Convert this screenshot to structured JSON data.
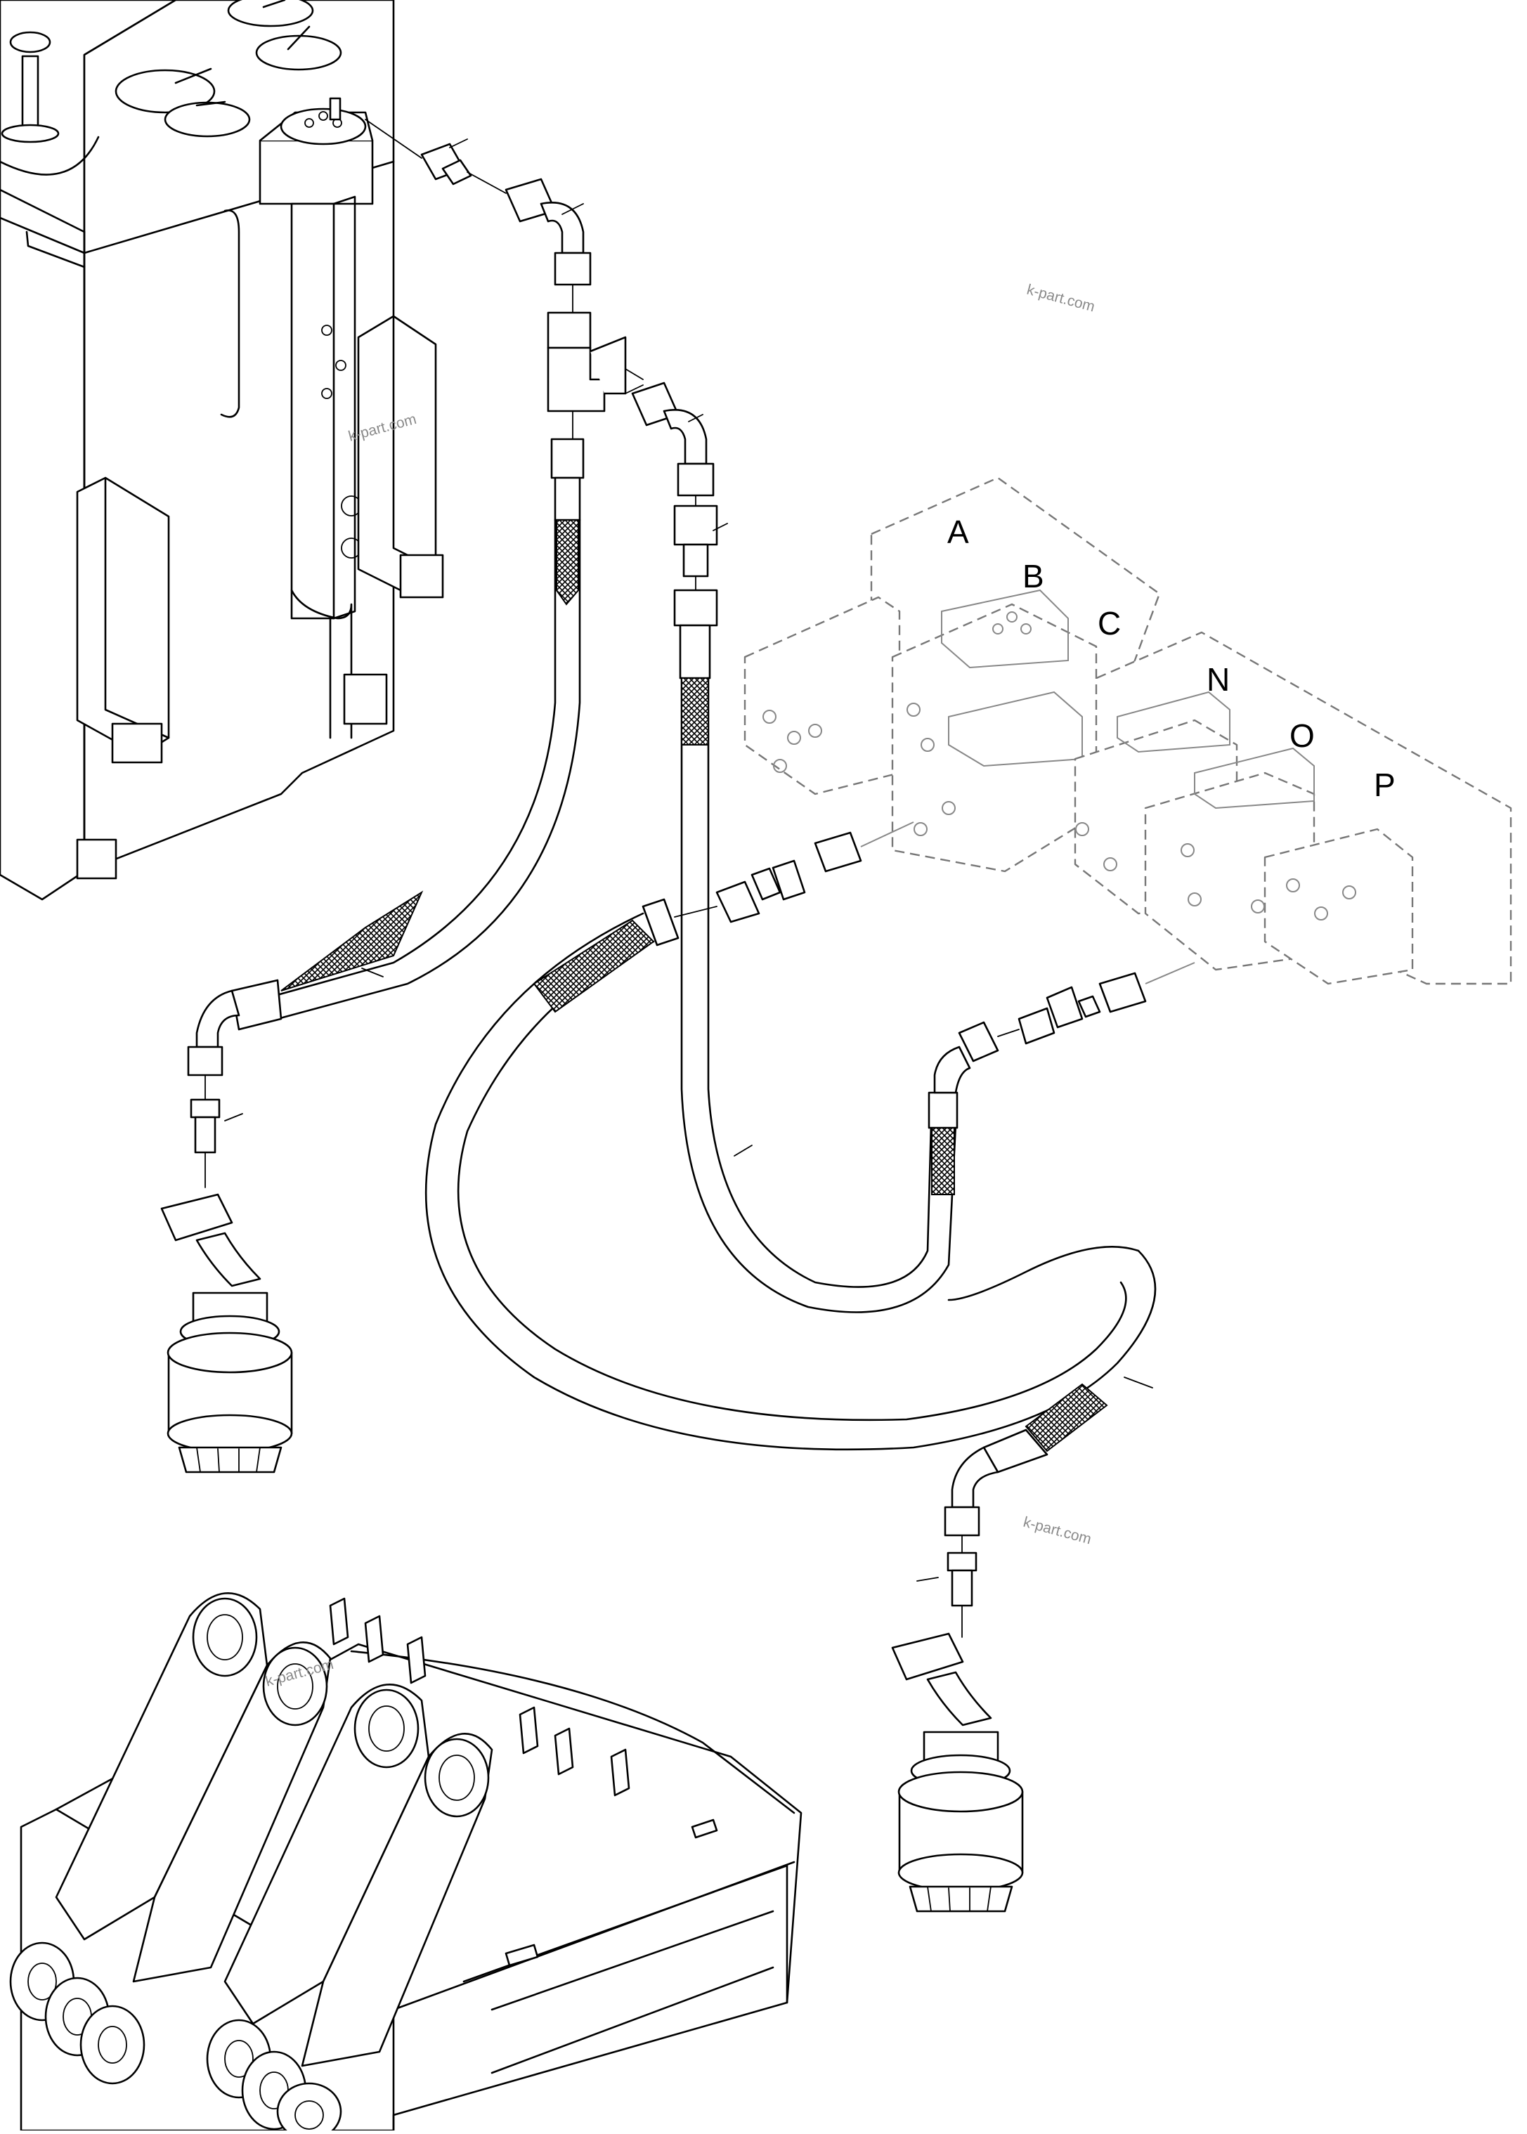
{
  "diagram": {
    "valve_labels": [
      "A",
      "B",
      "C",
      "N",
      "O",
      "P"
    ],
    "watermarks": [
      "k-part.com",
      "k-part.com",
      "k-part.com",
      "k-part.com"
    ],
    "colors": {
      "line": "#000000",
      "ghost": "#777777",
      "watermark": "#8a8a8a",
      "background": "#ffffff"
    }
  }
}
